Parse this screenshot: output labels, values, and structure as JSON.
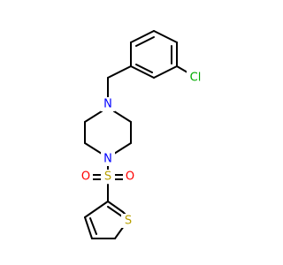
{
  "molecule": {
    "atoms": {
      "chlorine": "Cl",
      "piperazine_n_top": "N",
      "piperazine_n_bottom": "N",
      "sulfur_sulfonyl": "S",
      "oxygen_left": "O",
      "oxygen_right": "O",
      "sulfur_thiophene": "S"
    },
    "colors": {
      "bond": "#000000",
      "nitrogen": "#0000ff",
      "oxygen": "#ff0000",
      "sulfur": "#b8a000",
      "chlorine": "#00aa00"
    }
  }
}
